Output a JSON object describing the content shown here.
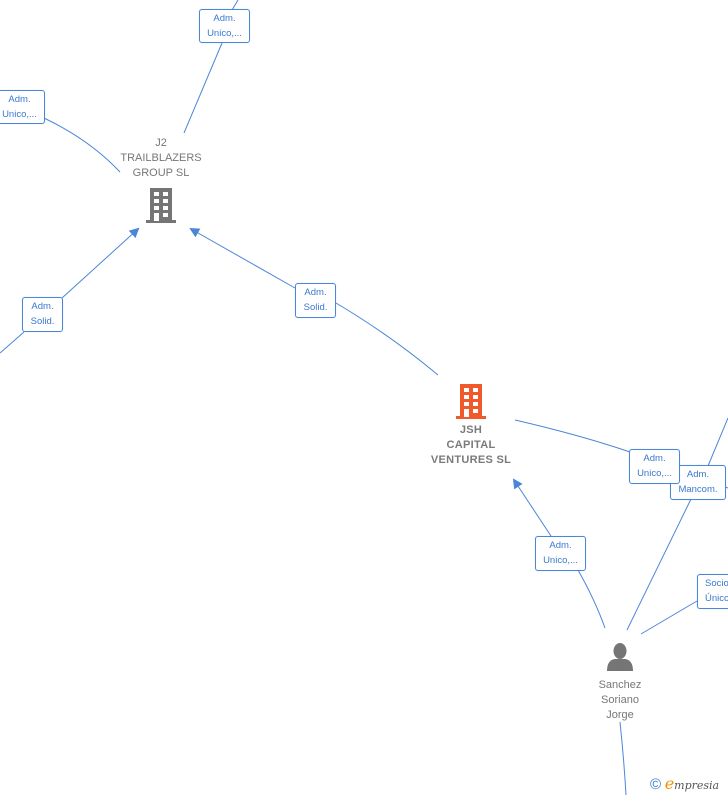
{
  "colors": {
    "edge": "#4a86d8",
    "edge_label_text": "#3a78cf",
    "company_icon": "#757575",
    "focus_company_icon": "#f0592b",
    "person_icon": "#757575",
    "node_label": "#777777"
  },
  "nodes": {
    "j2": {
      "lines": [
        "J2",
        "TRAILBLAZERS",
        "GROUP  SL"
      ],
      "icon": "building-icon"
    },
    "jsh": {
      "lines": [
        "JSH",
        "CAPITAL",
        "VENTURES  SL"
      ],
      "icon": "building-icon"
    },
    "person": {
      "lines": [
        "Sanchez",
        "Soriano",
        "Jorge"
      ],
      "icon": "person-icon"
    }
  },
  "edge_labels": [
    {
      "id": "top",
      "lines": [
        "Adm.",
        "Unico,..."
      ]
    },
    {
      "id": "left-top",
      "lines": [
        "Adm.",
        "Unico,..."
      ]
    },
    {
      "id": "left-bottom",
      "lines": [
        "Adm.",
        "Solid."
      ]
    },
    {
      "id": "jsh-j2",
      "lines": [
        "Adm.",
        "Solid."
      ]
    },
    {
      "id": "jsh-right",
      "lines": [
        "Adm.",
        "Unico,..."
      ]
    },
    {
      "id": "mancom",
      "lines": [
        "Adm.",
        "Mancom."
      ]
    },
    {
      "id": "person-jsh",
      "lines": [
        "Adm.",
        "Unico,..."
      ]
    },
    {
      "id": "socio",
      "lines": [
        "Socio",
        "Único"
      ]
    }
  ],
  "watermark": {
    "copyright": "©",
    "brand_initial": "e",
    "brand_rest": "mpresia"
  }
}
